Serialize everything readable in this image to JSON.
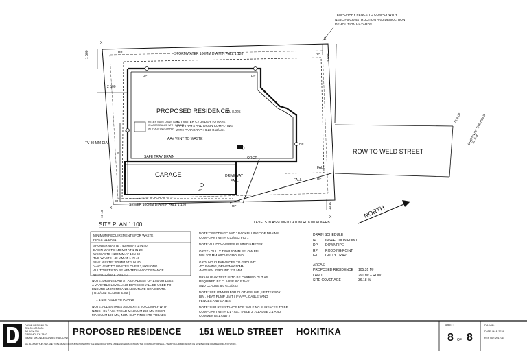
{
  "plan": {
    "temp_fence_note": [
      "TEMPORARY FENCE TO COMPLY WITH",
      "NZBC F5 CONSTRUCTION AND DEMOLITION",
      "DEMOLITION HAZARDS"
    ],
    "stormwater_label": "STORMWATER 100MM DIA MIN FALL 1:120",
    "sewer_label": "SEWER 100MM DIA MIN FALL 1:120",
    "residence_label": "PROPOSED RESIDENCE",
    "ffl_label": "FFL 8.225",
    "hot_water_note": [
      "HOT WATER CYLINDER TO HAVE",
      "SAFE TRAYS AND DRAIN COMPLYING",
      "WITH PARAGRAPH 6.23 G12/AS1"
    ],
    "relief_valve_note": [
      "RELIEF VALVE DRAIN TO BE",
      "IN ACCORDANCE WITH G12/AS1",
      "WITH A 20 DIA COPPER"
    ],
    "aav_label": "AAV VENT TO WASTE",
    "safe_tray_label": "SAFE TRAY DRAIN",
    "tv_label": "TV 80 MM DIA",
    "garage_label": "GARAGE",
    "driveway_fall_label": [
      "DRIVEWAY",
      "FALL"
    ],
    "fall_label": "FALL",
    "orgt_label": "ORGT",
    "row_label": "ROW TO WELD STREET",
    "crown_label": [
      "CROWN OF THE ROAD",
      "RL 8.90"
    ],
    "tk_label": "TK 8.00",
    "north_label": "NORTH",
    "levels_note": "LEVELS IN ASSUMED DATUM RL 8.00 AT KERB",
    "site_plan_label": "SITE PLAN 1:100",
    "dim_2500": "2 500",
    "dim_1500": "1 500",
    "dim_1000": "1 000",
    "dim_1010": "10 10",
    "x_mark": "X",
    "dp": "DP",
    "rp": "RP",
    "ip": "IP",
    "gt": "GT"
  },
  "notes_left": {
    "title": [
      "MINIMUM REQUIREMENTS FOR WASTE",
      "PIPES G13/AS1"
    ],
    "rows": [
      "SHOWER WASTE :      40 MM AT 1 IN 40",
      "BASIN WASTE :        40 MM AT 1 IN 20",
      "WC WASTE :           100 MM AT 1 IN 60",
      "TUB WASTE :          40 MM AT 1 IN 40",
      "SINK WASTE :         50 MM AT 1 IN 40",
      "'AAV' VENT TO WASTES OVER 3,500 LONG",
      "ALL TOILETS TO BE VENTED IN ACCORDANCE",
      "WITH G13/AS1 TABLE 3"
    ],
    "drain_note": [
      "NOTE: DRAINS LAID AT A GRADIENT OF 1:80 OR LESS",
      "A VARIABLE LEVELLING DEVICE SHALL BE USED TO",
      "ENSURE UNIFORM AND ACCURATE GRADIENTS.",
      "( G13/AS2 CLAUSE 5.3.2 )"
    ],
    "fall_paving": "= 1:100 FALLS TO PAVING",
    "exit_note": [
      "NOTE: ALL ENTRIES AND EXITS TO COMPLY WITH",
      "NZBC : D1 / AS1 TREAD MINIMUM 250 MM RISER",
      "MAXIMUM 190 MM, NON-SLIP FINISH TO TREADS"
    ]
  },
  "notes_mid": [
    "NOTE: \" BEDDING \" AND \" BACKFILLING \" OF DRAINS",
    "COMPLIANT WITH G13/AS2 FIG 1",
    "",
    "NOTE: ALL DOWNPIPES 65 MM DIAMETER",
    "",
    "ORGT - GULLY TRAP 60 MM BELOW FFL",
    "         MIN 100 MM ABOVE GROUND",
    "",
    "GROUND CLEARANCES TO GROUND:",
    "-TO PAVING, DRIVEWAY 50MM",
    "-NATURAL GROUND 225 MM",
    "",
    "DRAIN LEAK TEST IS TO BE CARRIED OUT AS",
    "REQUIRED BY CLAUSE 8.0 E1/AS1",
    "AND CLAUSE 6.0 G13/AS2",
    "",
    "NOTE: SEE OWNER FOR CLOTHESLINE , LETTERBOX",
    "BIN , HEAT PUMP UNIT ( IF APPLICABLE ) AND",
    "FENCES AND GATES",
    "",
    "NOTE: SLIP RESISTANCE FOR WALKING SURFACES TO BE",
    "COMPLIANT WITH D1 - AS1 TABLE 2 , CLAUSE 2.1 AND",
    "COMMENTS 1 AND 2"
  ],
  "schedule": {
    "title": "DRAIN SCHEDULE",
    "items": [
      {
        "code": "IP",
        "desc": "INSPECTION POINT"
      },
      {
        "code": "DP",
        "desc": "DOWNPIPE"
      },
      {
        "code": "RP",
        "desc": "RODDING POINT"
      },
      {
        "code": "GT",
        "desc": "GULLY TRAP"
      }
    ],
    "areas_title": "AREAS:",
    "areas": [
      {
        "name": "PROPOSED RESIDENCE",
        "value": "105.31 M²"
      },
      {
        "name": "LAND",
        "value": "291 M² + ROW"
      },
      {
        "name": "SITE COVERAGE",
        "value": "36.18 %"
      }
    ]
  },
  "title_block": {
    "company_lines": [
      "DIXON DESIGN LTD",
      "TEL 03 000 0000",
      "PO BOX 000",
      "GREYMOUTH 7840",
      "EMAIL: DIXONDESIGN@XTRA.CO.NZ"
    ],
    "copyright": "ALL PLANS IN THIS SET ARE TO BE READ IN CONJUNCTION WITH THE SPECIFICATIONS AND ENGINEERS DETAILS. THE CONTRACTOR SHALL VERIFY ALL DIMENSIONS ON SITE BEFORE COMMENCING ANY WORK.",
    "title1": "PROPOSED RESIDENCE",
    "title2": "151 WELD STREET",
    "title3": "HOKITIKA",
    "sheet_label": "SHEET:",
    "sheet_num": "8",
    "of_label": "OF",
    "sheet_total": "8",
    "drawing_label": "DRAWN:",
    "date_label": "DATE: MAR 2019",
    "ref_label": "REF NO: 201706"
  }
}
